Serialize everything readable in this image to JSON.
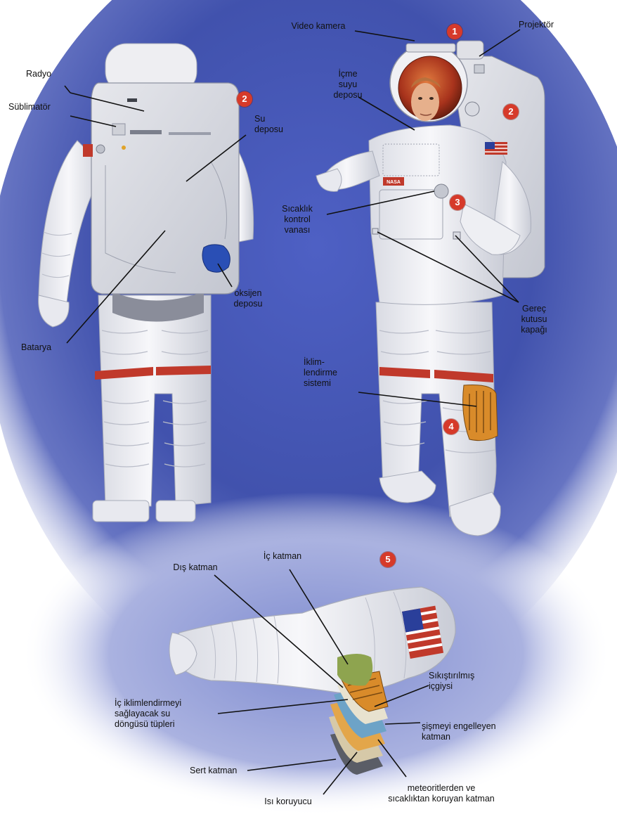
{
  "labels": {
    "video_kamera": "Video kamera",
    "projektor": "Projektör",
    "radyo": "Radyo",
    "sublimator": "Süblimatör",
    "su_deposu": "Su\ndeposu",
    "icme_suyu_deposu": "İçme\nsuyu\ndeposu",
    "sicaklik_kontrol_vanasi": "Sıcaklık\nkontrol\nvanası",
    "oksijen_deposu": "oksijen\ndeposu",
    "gerec_kutusu_kapagi": "Gereç\nkutusu\nkapağı",
    "batarya": "Batarya",
    "iklimlendirme_sistemi": "İklim-\nlendirme\nsistemi",
    "dis_katman": "Dış katman",
    "ic_katman": "İç katman",
    "sikistirilmis_icgiysi": "Sıkıştırılmış\niçgiysi",
    "ic_iklimlendirme_tupleri": "İç iklimlendirmeyi\nsağlayacak su\ndöngüsü tüpleri",
    "sismeyi_engelleyen_katman": "şişmeyi engelleyen\nkatman",
    "sert_katman": "Sert katman",
    "meteoritlerden_koruyan_katman": "meteoritlerden ve\nsıcaklıktan koruyan katman",
    "isi_koruyucu": "Isı koruyucu"
  },
  "badges": {
    "b1": "1",
    "b2_back": "2",
    "b2_front": "2",
    "b3": "3",
    "b4": "4",
    "b5": "5"
  },
  "colors": {
    "background_blue": "#3f4fa8",
    "suit_white": "#f1f1f3",
    "badge_red": "#d63a2a",
    "stripe_red": "#c0392b",
    "oxygen_blue": "#2a4fb5",
    "cooling_orange": "#d98b2a",
    "inner_green": "#8ea44f"
  }
}
